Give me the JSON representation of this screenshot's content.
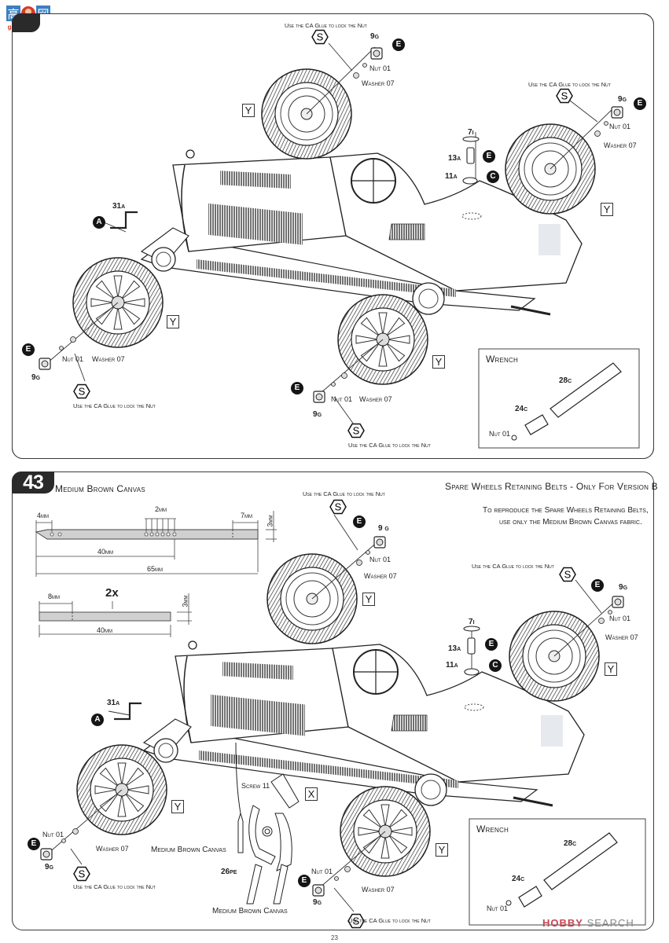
{
  "page": {
    "page_number": "23",
    "watermark_top": "高手网 gao-shou.com",
    "watermark_bottom_brand": "HOBBY",
    "watermark_bottom_suffix": "SEARCH"
  },
  "step42": {
    "callouts": {
      "glue_note": "Use the CA Glue to lock the Nut",
      "nut": "Nut 01",
      "washer": "Washer 07",
      "spinner_part": "9",
      "spinner_sprue": "G",
      "crank_part": "31",
      "crank_sprue": "A",
      "cap_part": "7",
      "cap_sprue": "I",
      "filler_part": "13",
      "filler_sprue": "A",
      "ring_part": "11",
      "ring_sprue": "A",
      "symbol_S": "S",
      "symbol_E": "E",
      "symbol_A": "A",
      "symbol_C": "C",
      "wheel_marker": "Y"
    },
    "wrench": {
      "title": "Wrench",
      "handle_part": "28",
      "handle_sprue": "C",
      "socket_part": "24",
      "socket_sprue": "C",
      "nut": "Nut 01"
    }
  },
  "step43": {
    "step_number": "43",
    "material_title": "Medium Brown Canvas",
    "version_title": "Spare Wheels Retaining Belts - Only For Version B",
    "version_note_line1": "To reproduce the Spare Wheels Retaining Belts,",
    "version_note_line2": "use only the Medium Brown Canvas fabric.",
    "long_strap": {
      "tip_dim": "4mm",
      "hole_spacing_dim": "2mm",
      "end_dim": "7mm",
      "width_dim": "3mm",
      "hole_pos_dim": "40mm",
      "total_len_dim": "65mm"
    },
    "short_strap": {
      "quantity": "2x",
      "end_dim": "8mm",
      "width_dim": "3mm",
      "total_len_dim": "40mm"
    },
    "callouts": {
      "glue_note": "Use the CA Glue to lock the Nut",
      "nut": "Nut 01",
      "washer": "Washer 07",
      "spinner_part": "9",
      "spinner_sprue": "G",
      "crank_part": "31",
      "crank_sprue": "A",
      "cap_part": "7",
      "cap_sprue": "I",
      "filler_part": "13",
      "filler_sprue": "A",
      "ring_part": "11",
      "ring_sprue": "A",
      "screw": "Screw 11",
      "buckle_part": "26",
      "buckle_sprue": "PE",
      "canvas_label": "Medium Brown Canvas",
      "symbol_S": "S",
      "symbol_E": "E",
      "symbol_A": "A",
      "symbol_C": "C",
      "wheel_marker": "Y",
      "belt_marker": "X"
    },
    "wrench": {
      "title": "Wrench",
      "handle_part": "28",
      "handle_sprue": "C",
      "socket_part": "24",
      "socket_sprue": "C",
      "nut": "Nut 01"
    }
  }
}
